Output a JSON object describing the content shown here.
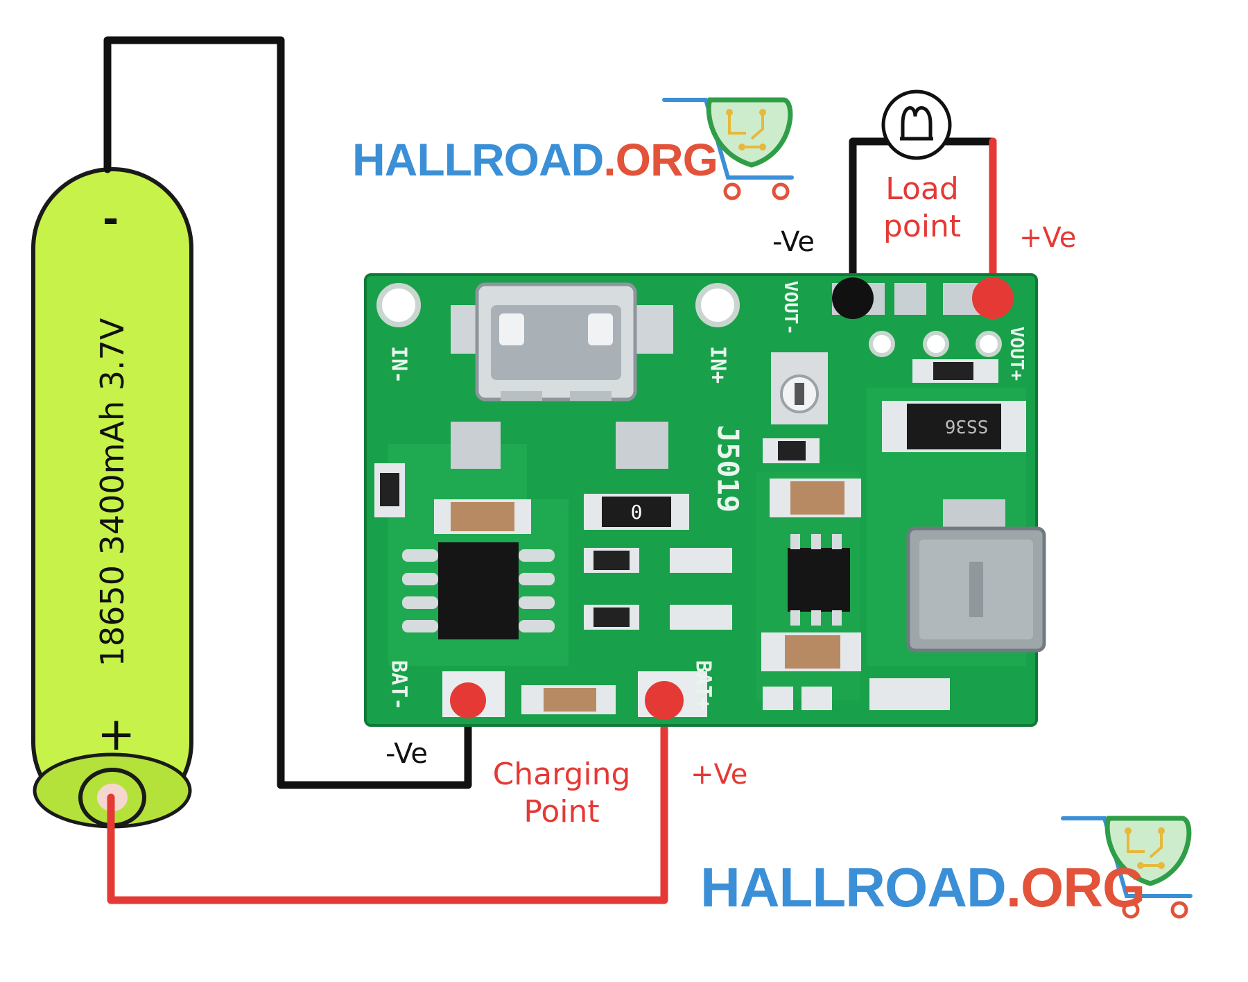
{
  "battery": {
    "label": "18650 3400mAh 3.7V",
    "minus_sign": "-",
    "plus_sign": "+",
    "color": "#c6f24a"
  },
  "brand": {
    "name_main": "HALLROAD",
    "name_suffix": ".ORG",
    "primary_color": "#3b8fd6",
    "accent_color": "#e2533a"
  },
  "board": {
    "model": "J5019",
    "pcb_color": "#19a04a",
    "pads": {
      "in_minus": "IN-",
      "in_plus": "IN+",
      "bat_minus": "BAT-",
      "bat_plus": "BAT+",
      "vout_minus": "VOUT-",
      "vout_plus": "VOUT+"
    },
    "components": {
      "diode": "SS36",
      "resistor_zero": "0"
    }
  },
  "load": {
    "title_line1": "Load",
    "title_line2": "point",
    "neg_label": "-Ve",
    "pos_label": "+Ve"
  },
  "charging": {
    "title_line1": "Charging",
    "title_line2": "Point",
    "neg_label": "-Ve",
    "pos_label": "+Ve"
  },
  "colors": {
    "wire_negative": "#111111",
    "wire_positive": "#e53935"
  }
}
